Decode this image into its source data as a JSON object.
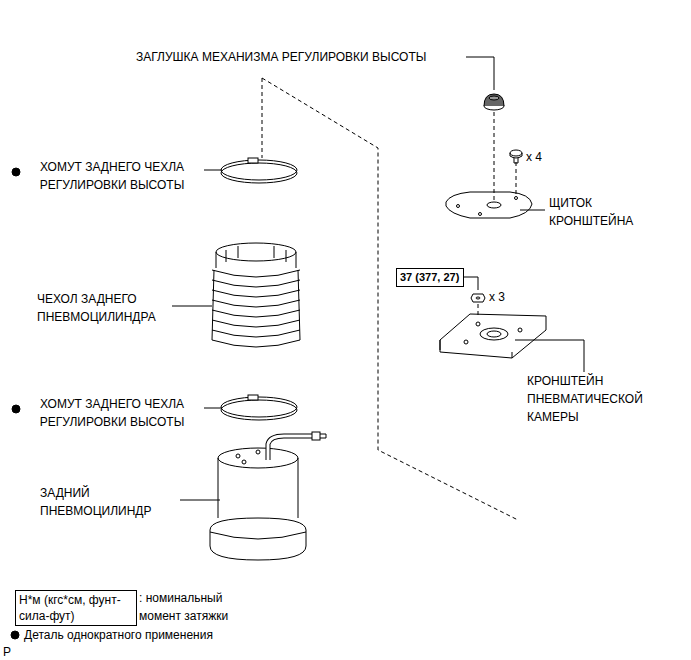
{
  "diagram": {
    "nodes": [
      {
        "text": [
          "37 (377, 27)"
        ]
      },
      {
        "text": [
          "Н*м (кгс*см, фунт-сила-фут)"
        ]
      }
    ],
    "labels": [
      "ЗАГЛУШКА МЕХАНИЗМА РЕГУЛИРОВКИ ВЫСОТЫ",
      "x 4",
      "ЩИТОК КРОНШТЕЙНА",
      "ХОМУТ ЗАДНЕГО ЧЕХЛА РЕГУЛИРОВКИ ВЫСОТЫ",
      "x 3",
      "ЧЕХОЛ ЗАДНЕГО ПНЕВМОЦИЛИНДРА",
      "КРОНШТЕЙН ПНЕВМАТИЧЕСКОЙ КАМЕРЫ",
      "ХОМУТ ЗАДНЕГО ЧЕХЛА РЕГУЛИРОВКИ ВЫСОТЫ",
      "ЗАДНИЙ ПНЕВМОЦИЛИНДР",
      ": номинальный момент затяжки",
      "P"
    ],
    "legend": [
      {
        "text": "Деталь однократного применения"
      }
    ]
  }
}
